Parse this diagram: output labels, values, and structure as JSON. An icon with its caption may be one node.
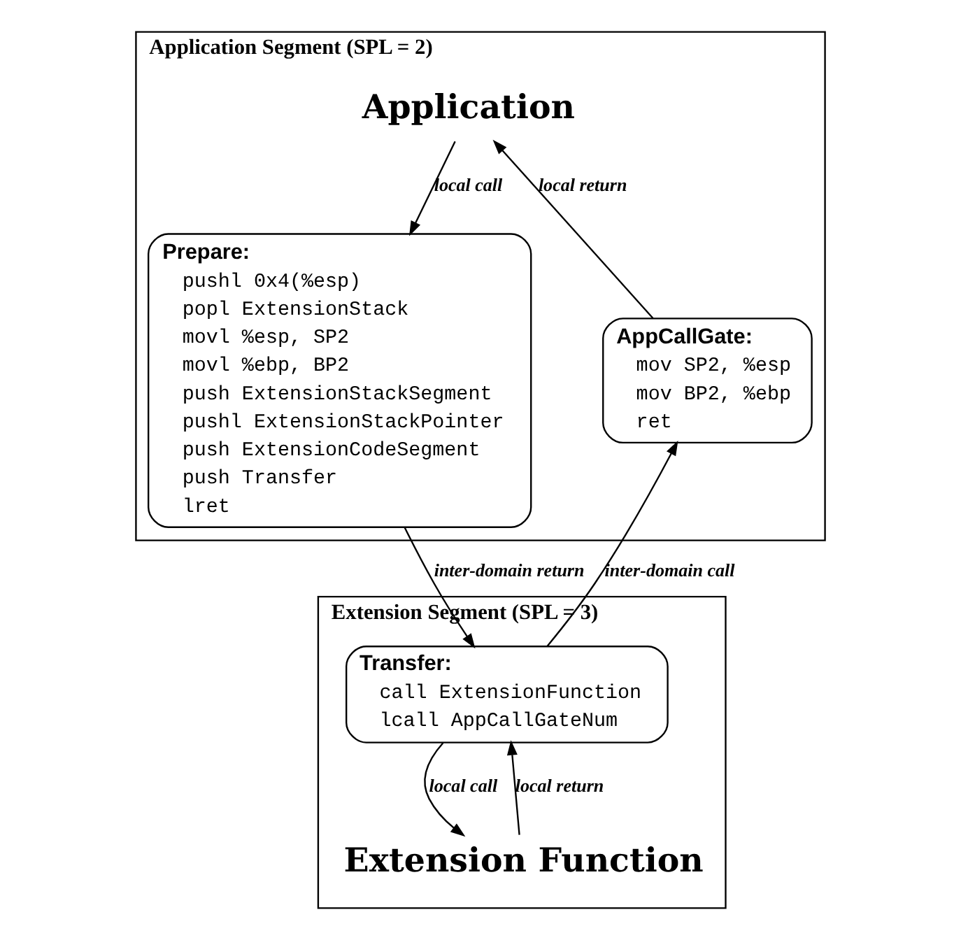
{
  "diagram": {
    "nodes": [
      {
        "text": [
          "Application Segment (SPL = 2)"
        ]
      },
      {
        "text": [
          "Application"
        ],
        "in": 0
      },
      {
        "text": [
          "Prepare:",
          "pushl 0x4(%esp)",
          "popl ExtensionStack",
          "movl %esp, SP2",
          "movl %ebp, BP2",
          "push ExtensionStackSegment",
          "pushl ExtensionStackPointer",
          "push ExtensionCodeSegment",
          "push Transfer",
          "lret"
        ],
        "in": 0
      },
      {
        "text": [
          "AppCallGate:",
          "mov SP2, %esp",
          "mov BP2, %ebp",
          "ret"
        ],
        "in": 0
      },
      {
        "text": [
          "Extension Segment (SPL = 3)"
        ]
      },
      {
        "text": [
          "Transfer:",
          "call ExtensionFunction",
          "lcall AppCallGateNum"
        ],
        "in": 4
      },
      {
        "text": [
          "Extension Function"
        ],
        "in": 4
      }
    ],
    "edges": [
      {
        "from": 1,
        "to": 2,
        "arrow": "to",
        "label": "local call"
      },
      {
        "from": 3,
        "to": 1,
        "arrow": "to",
        "label": "local return"
      },
      {
        "from": 2,
        "to": 5,
        "arrow": "to",
        "label": "inter-domain return"
      },
      {
        "from": 5,
        "to": 3,
        "arrow": "to",
        "label": "inter-domain call"
      },
      {
        "from": 5,
        "to": 6,
        "arrow": "to",
        "label": "local call"
      },
      {
        "from": 6,
        "to": 5,
        "arrow": "to",
        "label": "local return"
      }
    ]
  }
}
